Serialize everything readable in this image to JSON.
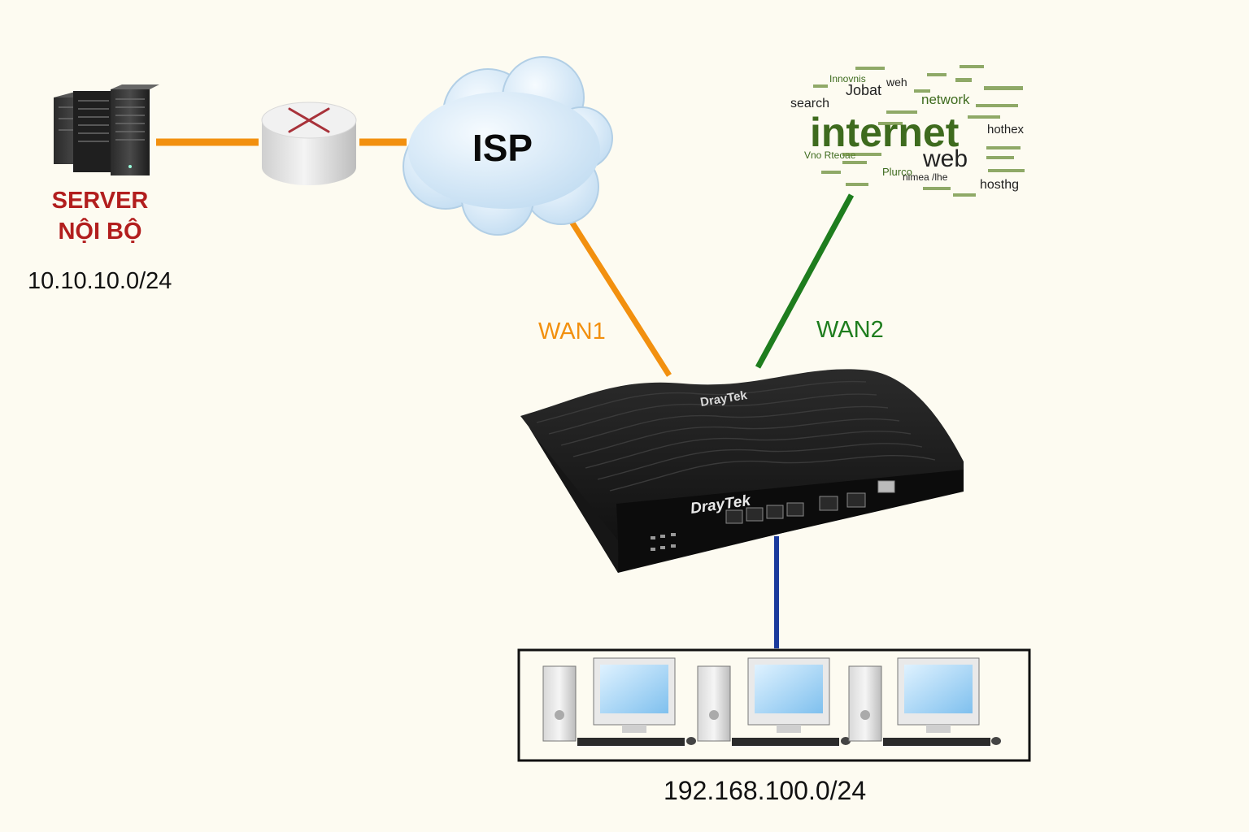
{
  "server": {
    "line1": "SERVER",
    "line2": "NỘI BỘ",
    "subnet": "10.10.10.0/24"
  },
  "isp": {
    "label": "ISP"
  },
  "links": {
    "wan1": "WAN1",
    "wan2": "WAN2"
  },
  "router": {
    "brand": "DrayTek"
  },
  "internet": {
    "words": [
      "internet",
      "web",
      "network",
      "search",
      "Jobat",
      "Innovnis",
      "weh",
      "hothex",
      "hosthg",
      "Plurco",
      "nimea /lhe",
      "Vno Rteoae"
    ]
  },
  "lan": {
    "subnet": "192.168.100.0/24"
  },
  "colors": {
    "wan1": "#f2900f",
    "wan2": "#1e7d1e",
    "lan": "#1a3a9c",
    "server_text": "#b21e1e",
    "internet_text": "#3e6b1e"
  }
}
